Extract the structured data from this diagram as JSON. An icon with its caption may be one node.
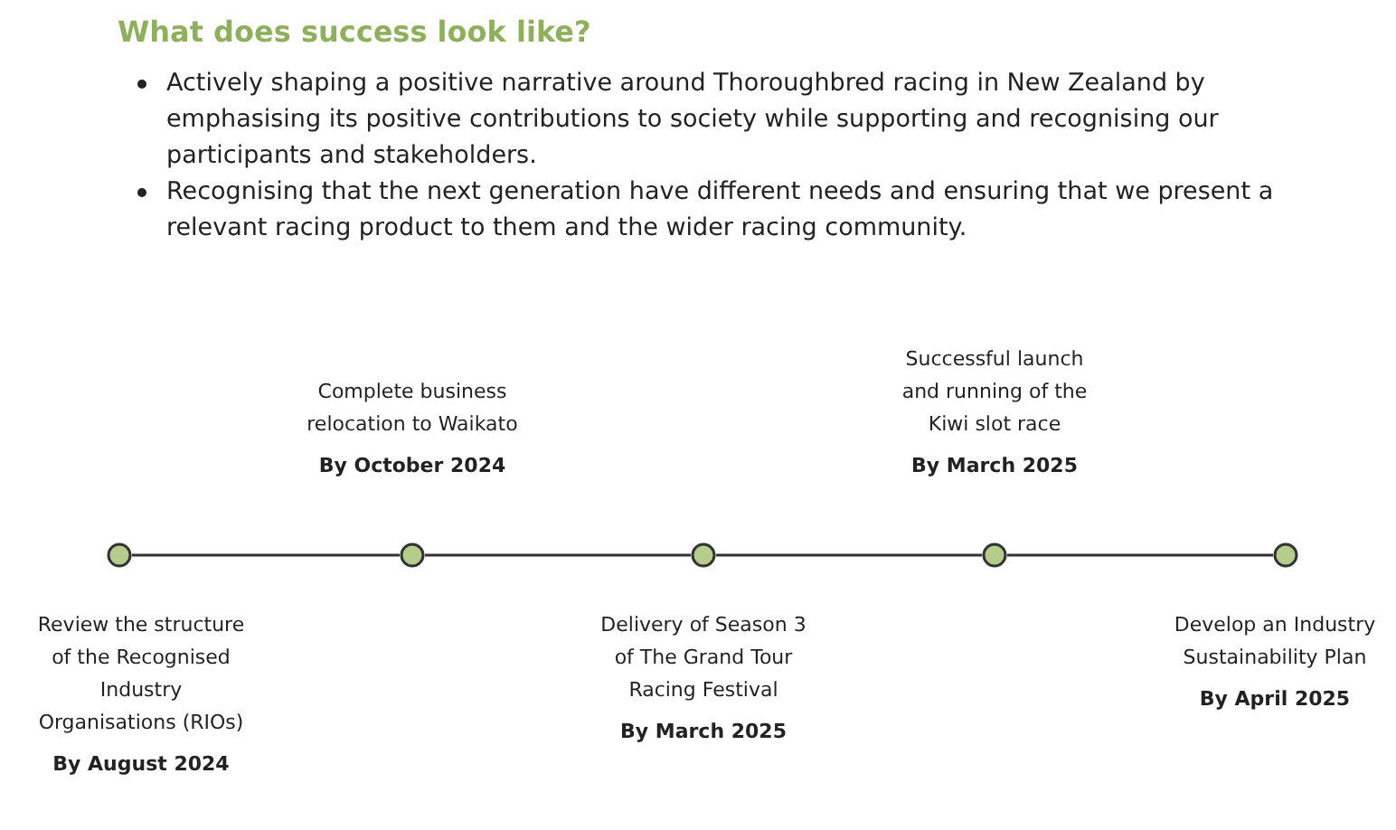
{
  "diagram": {
    "title": "What does success look like?",
    "nodes": [
      {
        "text": [],
        "shape": "circle",
        "beside": [
          "Review the structure of the Recognised Industry Organisations (RIOs)",
          "By August 2024"
        ]
      },
      {
        "text": [],
        "shape": "circle",
        "beside": [
          "Complete business relocation to Waikato",
          "By October 2024"
        ]
      },
      {
        "text": [],
        "shape": "circle",
        "beside": [
          "Delivery of Season 3 of The Grand Tour Racing Festival",
          "By March 2025"
        ]
      },
      {
        "text": [],
        "shape": "circle",
        "beside": [
          "Successful launch and running of the Kiwi slot race",
          "By March 2025"
        ]
      },
      {
        "text": [],
        "shape": "circle",
        "beside": [
          "Develop an Industry Sustainability Plan",
          "By April 2025"
        ]
      }
    ],
    "edges": [
      {
        "from": 0,
        "to": 1,
        "arrow": "none"
      },
      {
        "from": 1,
        "to": 2,
        "arrow": "none"
      },
      {
        "from": 2,
        "to": 3,
        "arrow": "none"
      },
      {
        "from": 3,
        "to": 4,
        "arrow": "none"
      }
    ],
    "labels": [
      "Actively shaping a positive narrative around Thoroughbred racing in New Zealand by emphasising its positive contributions to society while supporting and recognising our participants and stakeholders.",
      "Recognising that the next generation have different needs and ensuring that we present a relevant racing product to them and the wider racing community."
    ]
  }
}
